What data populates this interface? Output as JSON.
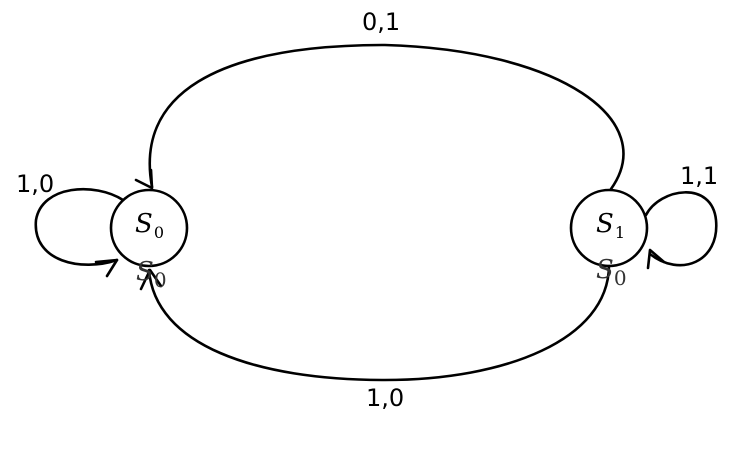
{
  "diagram": {
    "states": [
      {
        "id": "S0",
        "name": "S",
        "subscript": "0"
      },
      {
        "id": "S1",
        "name": "S",
        "subscript": "1"
      }
    ],
    "transitions": [
      {
        "from": "S0",
        "to": "S0",
        "label": "1,0"
      },
      {
        "from": "S1",
        "to": "S0",
        "label": "0,1"
      },
      {
        "from": "S1",
        "to": "S0",
        "label": "1,0"
      },
      {
        "from": "S1",
        "to": "S1",
        "label": "1,1"
      }
    ],
    "stray_labels": [
      {
        "name": "S",
        "subscript": "0"
      },
      {
        "name": "S",
        "subscript": "0"
      }
    ]
  }
}
